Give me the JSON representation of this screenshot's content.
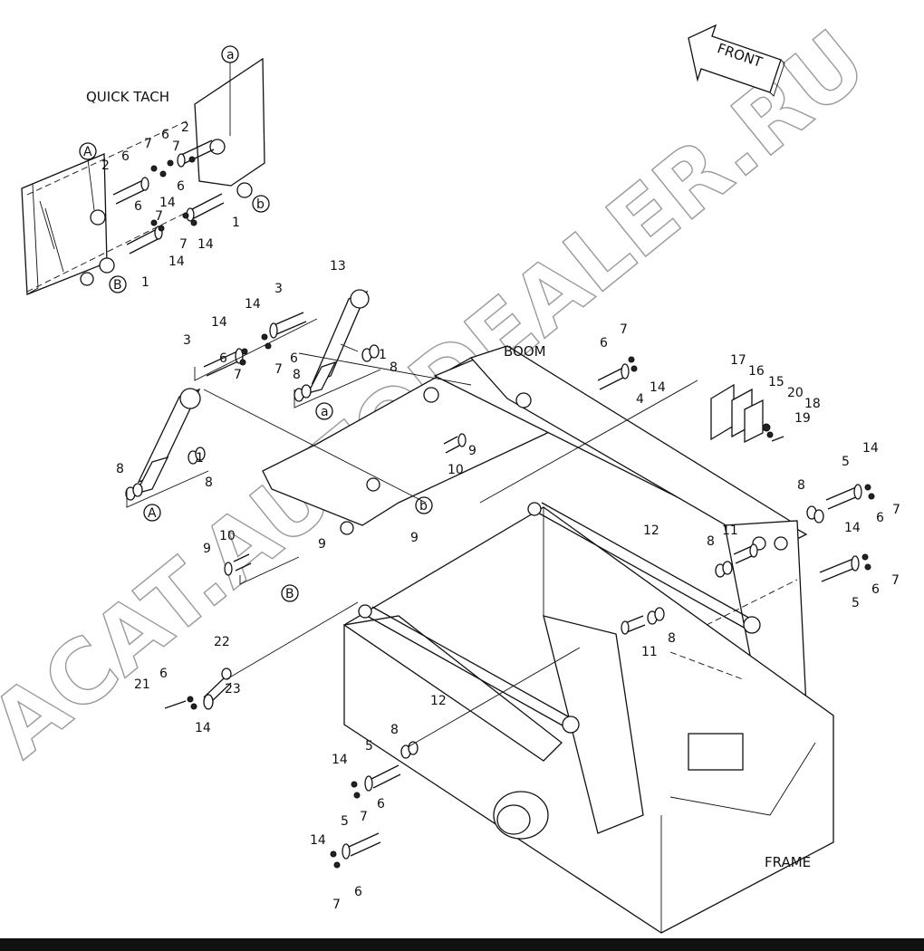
{
  "captions": {
    "quick_tach": "QUICK TACH",
    "boom": "BOOM",
    "frame": "FRAME",
    "front": "FRONT"
  },
  "watermark": "ACAT.AUTODEALER.RU",
  "callouts": {
    "A": "A",
    "B": "B",
    "a": "a",
    "b": "b"
  },
  "part_numbers": {
    "p1": "1",
    "p2": "2",
    "p3": "3",
    "p4": "4",
    "p5": "5",
    "p6": "6",
    "p7": "7",
    "p8": "8",
    "p9": "9",
    "p10": "10",
    "p11": "11",
    "p12": "12",
    "p13": "13",
    "p14": "14",
    "p15": "15",
    "p16": "16",
    "p17": "17",
    "p18": "18",
    "p19": "19",
    "p20": "20",
    "p21": "21",
    "p22": "22",
    "p23": "23"
  }
}
